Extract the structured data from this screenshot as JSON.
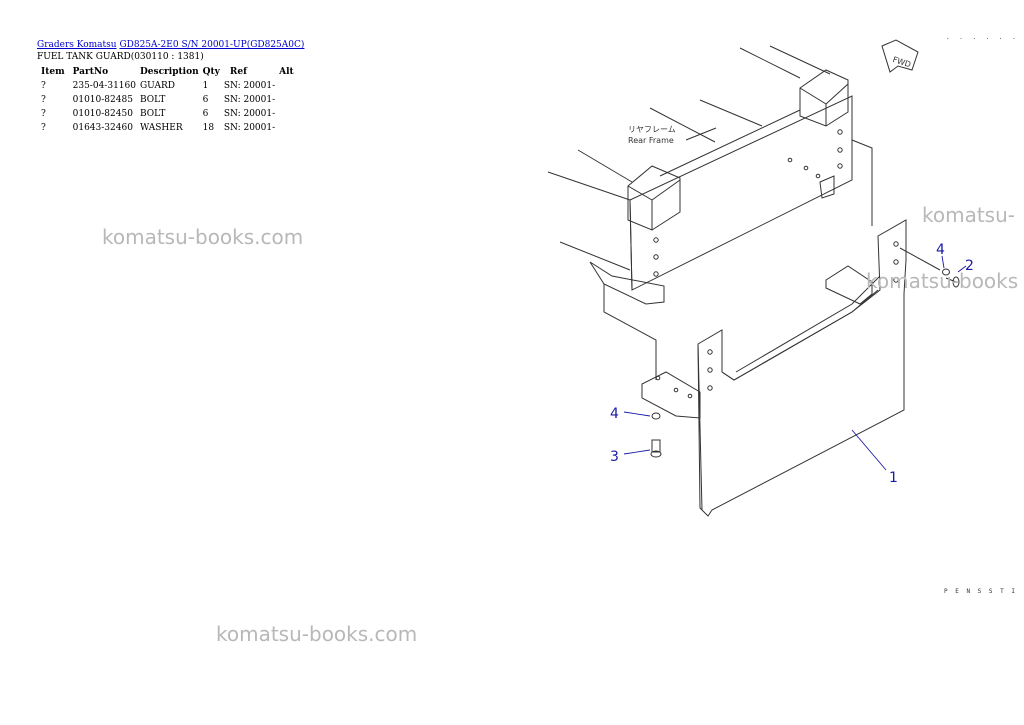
{
  "breadcrumb": {
    "link1": "Graders Komatsu",
    "link2": "GD825A-2E0 S/N 20001-UP(GD825A0C)"
  },
  "title": "FUEL TANK GUARD(030110 : 1381)",
  "parts_table": {
    "headers": [
      "Item",
      "PartNo",
      "Description",
      "Qty",
      "Ref",
      "Alt"
    ],
    "rows": [
      {
        "item": "?",
        "part_no": "235-04-31160",
        "description": "GUARD",
        "qty": "1",
        "ref": "SN: 20001-",
        "alt": ""
      },
      {
        "item": "?",
        "part_no": "01010-82485",
        "description": "BOLT",
        "qty": "6",
        "ref": "SN: 20001-",
        "alt": ""
      },
      {
        "item": "?",
        "part_no": "01010-82450",
        "description": "BOLT",
        "qty": "6",
        "ref": "SN: 20001-",
        "alt": ""
      },
      {
        "item": "?",
        "part_no": "01643-32460",
        "description": "WASHER",
        "qty": "18",
        "ref": "SN: 20001-",
        "alt": ""
      }
    ]
  },
  "watermark": "komatsu-books.com",
  "watermark_partial": "komatsu-",
  "watermark_partial2": "komatsu-books",
  "diagram": {
    "label_jp": "リヤフレーム",
    "label_en": "Rear Frame",
    "fwd": "FWD",
    "callouts": [
      "1",
      "2",
      "3",
      "4",
      "4"
    ],
    "top_mark": ". . . . . . .",
    "bottom_mark": "P E N S S T I"
  },
  "colors": {
    "link": "#0000cc",
    "callout": "#1a1aa8",
    "watermark": "#b8b8b8",
    "line": "#333333"
  }
}
